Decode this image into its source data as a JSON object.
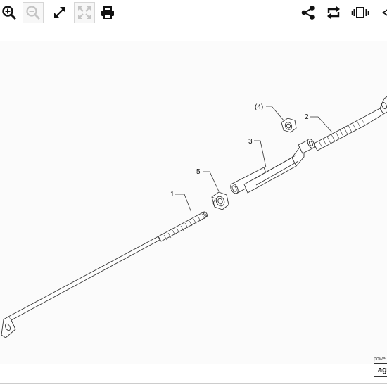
{
  "toolbar": {
    "left": [
      {
        "name": "zoom-in-icon",
        "enabled": true
      },
      {
        "name": "zoom-out-icon",
        "enabled": false
      },
      {
        "name": "expand-icon",
        "enabled": true
      },
      {
        "name": "fit-to-screen-icon",
        "enabled": false
      },
      {
        "name": "print-icon",
        "enabled": true
      }
    ],
    "right": [
      {
        "name": "share-icon"
      },
      {
        "name": "rotate-icon"
      },
      {
        "name": "view-toggle-icon"
      },
      {
        "name": "collapse-arrow-icon"
      }
    ]
  },
  "diagram": {
    "callouts": {
      "part_1": "1",
      "part_2": "2",
      "part_3": "3",
      "part_4": "(4)",
      "part_5": "5"
    }
  },
  "footer": {
    "powered_by": "powe",
    "brand": "ag"
  },
  "colors": {
    "line": "#333333",
    "background": "#fbfbfb",
    "disabled_border": "#d6d6d6"
  }
}
